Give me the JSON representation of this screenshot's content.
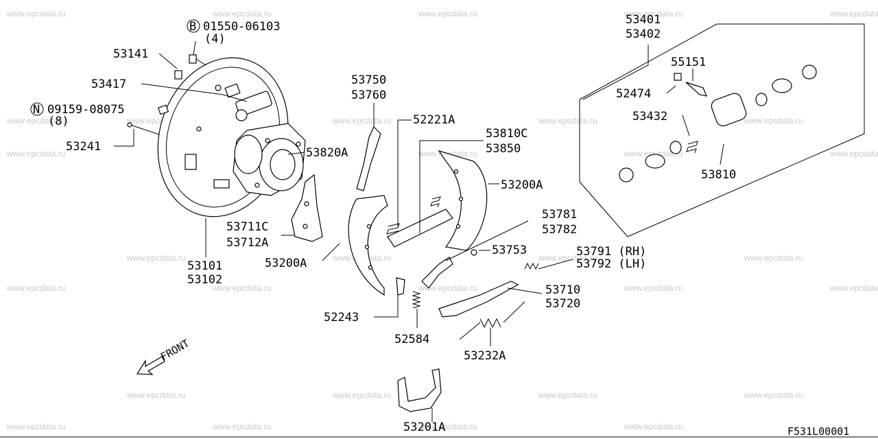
{
  "watermark": "www.epcdata.ru",
  "diagram_code": "F531L00001",
  "front_label": "FRONT",
  "labels": {
    "bolt_b_code": "01550-06103",
    "bolt_b_qty": "(4)",
    "bolt_b_badge": "B",
    "p53141": "53141",
    "p53417": "53417",
    "nut_n_code": "09159-08075",
    "nut_n_qty": "(8)",
    "nut_n_badge": "N",
    "p53241": "53241",
    "p53101": "53101",
    "p53102": "53102",
    "p53820a": "53820A",
    "p53711c": "53711C",
    "p53712a": "53712A",
    "p53750": "53750",
    "p53760": "53760",
    "p52221a": "52221A",
    "p53810c": "53810C",
    "p53850": "53850",
    "p53200a_right": "53200A",
    "p53200a_left": "53200A",
    "p53781": "53781",
    "p53782": "53782",
    "p53753": "53753",
    "p53791": "53791 (RH)",
    "p53792": "53792 (LH)",
    "p53710": "53710",
    "p53720": "53720",
    "p52243": "52243",
    "p52584": "52584",
    "p53232a": "53232A",
    "p53201a": "53201A",
    "p53401": "53401",
    "p53402": "53402",
    "p55151": "55151",
    "p52474": "52474",
    "p53432": "53432",
    "p53810": "53810"
  }
}
